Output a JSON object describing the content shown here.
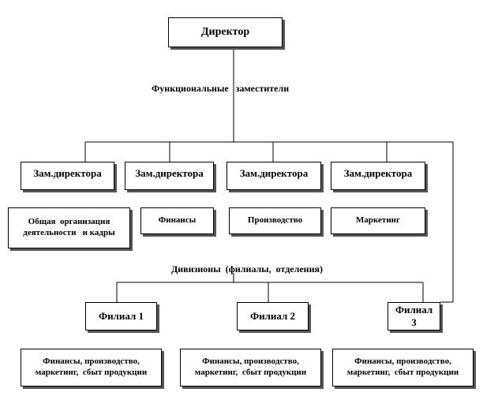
{
  "director": "Директор",
  "functional_deputies_label": "Функциональные   заместители",
  "deputies": [
    "Зам.директора",
    "Зам.директора",
    "Зам.директора",
    "Зам.директора"
  ],
  "functions": [
    "Общая  организация деятельности   и кадры",
    "Финансы",
    "Производство",
    "Маркетинг"
  ],
  "divisions_label": "Дивизионы  (филиалы,  отделения)",
  "branches": [
    "Филиал 1",
    "Филиал 2",
    "Филиал 3"
  ],
  "branch_functions": [
    "Финансы, производство, маркетинг,  сбыт продукции",
    "Финансы, производство, маркетинг,  сбыт продукции",
    "Финансы, производство, маркетинг,  сбыт продукции"
  ]
}
